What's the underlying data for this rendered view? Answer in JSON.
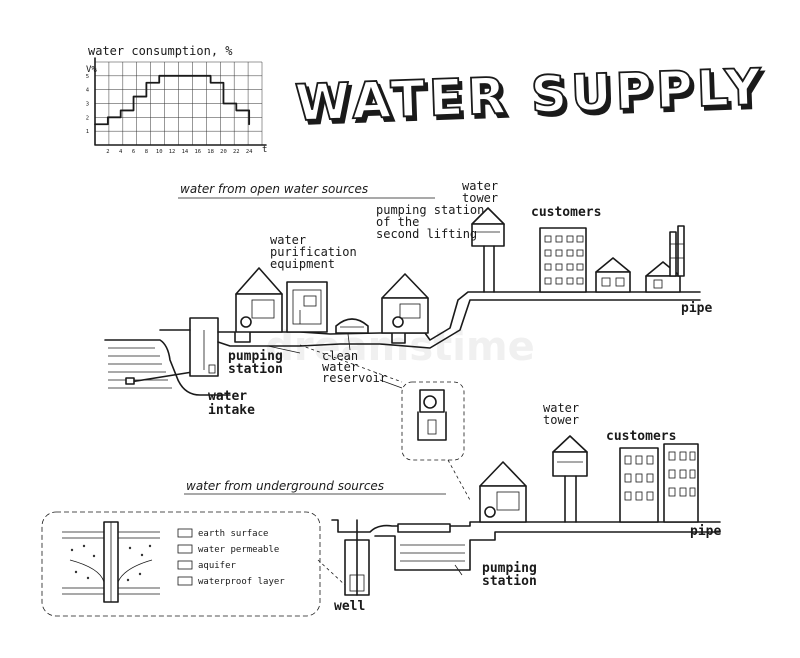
{
  "title": "WATER SUPPLY",
  "chart_data": {
    "type": "line",
    "title": "water consumption, %",
    "ylabel": "V%",
    "xlabel": "t",
    "x": [
      0,
      2,
      4,
      6,
      8,
      10,
      12,
      14,
      16,
      18,
      20,
      22,
      24
    ],
    "y": [
      1.5,
      2.0,
      2.5,
      3.5,
      4.5,
      5.0,
      5.0,
      5.0,
      5.0,
      4.5,
      3.0,
      2.5,
      1.5
    ],
    "x_ticks": [
      "2",
      "4",
      "6",
      "8",
      "10",
      "12",
      "14",
      "16",
      "18",
      "20",
      "22",
      "24"
    ],
    "y_ticks": [
      "1",
      "2",
      "3",
      "4",
      "5"
    ],
    "xlim": [
      0,
      26
    ],
    "ylim": [
      0,
      6
    ],
    "grid": true
  },
  "open_sources": {
    "heading": "water from open water sources",
    "labels": {
      "water_tower": "water tower",
      "pumping_station_second": "pumping station of the second lifting",
      "purification": "water purification equipment",
      "customers": "customers",
      "pipe": "pipe",
      "pumping_station": "pumping station",
      "clean_reservoir": "clean water reservoir",
      "water_intake": "water intake"
    }
  },
  "underground_sources": {
    "heading": "water from underground sources",
    "labels": {
      "water_tower": "water tower",
      "customers": "customers",
      "pipe": "pipe",
      "pumping_station": "pumping station",
      "well": "well"
    }
  },
  "legend": [
    {
      "label": "earth surface"
    },
    {
      "label": "water permeable"
    },
    {
      "label": "aquifer"
    },
    {
      "label": "waterproof layer"
    }
  ],
  "watermark": "dreamstime"
}
